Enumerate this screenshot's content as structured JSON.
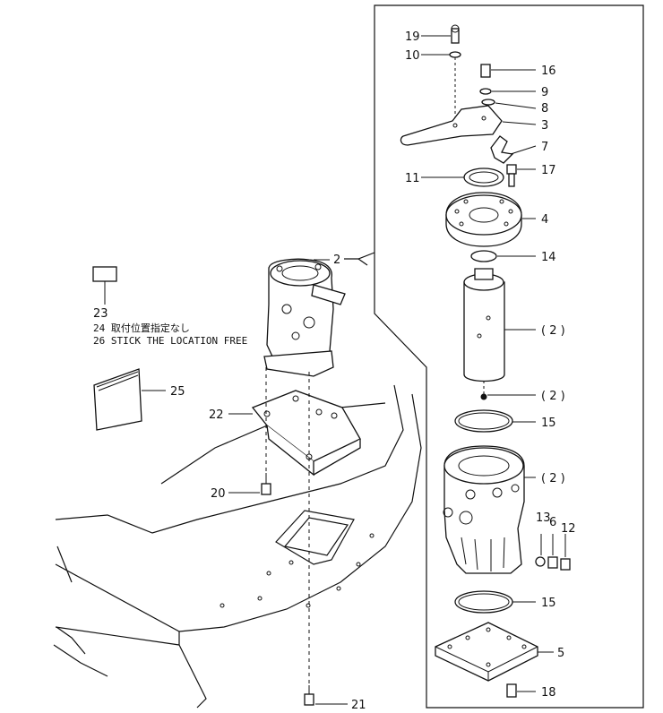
{
  "callouts": {
    "c19": "19",
    "c10": "10",
    "c16": "16",
    "c9": "9",
    "c8": "8",
    "c3": "3",
    "c7": "7",
    "c11": "11",
    "c17": "17",
    "c4": "4",
    "c14": "14",
    "c2a": "( 2 )",
    "c2b": "( 2 )",
    "c2c": "( 2 )",
    "c15a": "15",
    "c13": "13",
    "c6": "6",
    "c12": "12",
    "c15b": "15",
    "c5": "5",
    "c18": "18",
    "c2": "2",
    "c23": "23",
    "c25": "25",
    "c22": "22",
    "c20": "20",
    "c21": "21"
  },
  "note": {
    "line24": "24 取付位置指定なし",
    "line26": "26 STICK THE LOCATION FREE"
  }
}
